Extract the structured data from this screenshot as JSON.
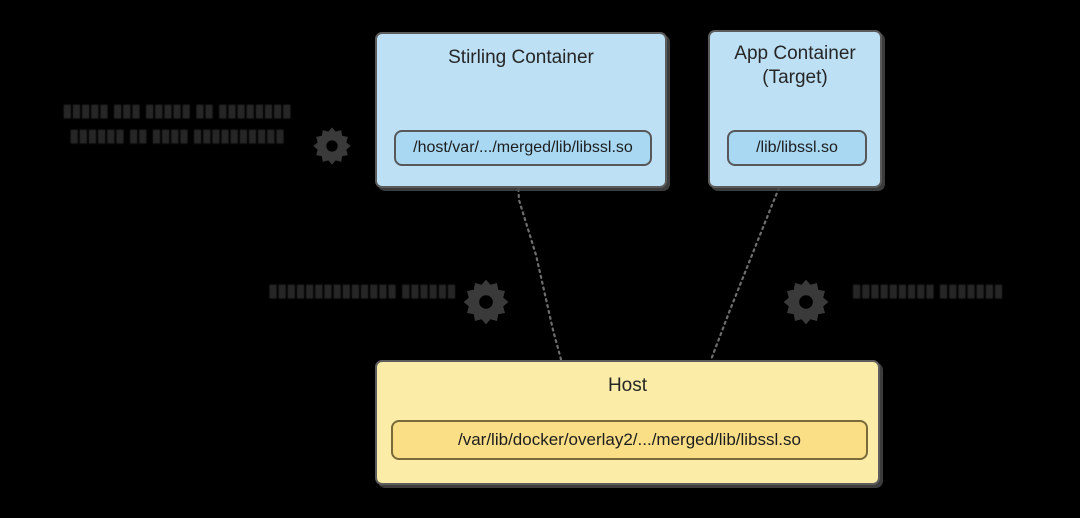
{
  "diagram": {
    "title": "Library path mapping across Stirling container, App container and Host",
    "background_color": "#000000",
    "nodes": {
      "stirling": {
        "title": "Stirling Container",
        "path": "/host/var/.../merged/lib/libssl.so",
        "fill_color": "#bde0f5",
        "pill_color": "#a8d8f2",
        "border_color": "#5c5c5c"
      },
      "app": {
        "title": "App Container\n(Target)",
        "path": "/lib/libssl.so",
        "fill_color": "#bde0f5",
        "pill_color": "#a8d8f2",
        "border_color": "#5c5c5c"
      },
      "host": {
        "title": "Host",
        "path": "/var/lib/docker/overlay2/.../merged/lib/libssl.so",
        "fill_color": "#fbeca8",
        "pill_color": "#fadf86",
        "border_color": "#5c5c5c"
      }
    },
    "annotations": [
      {
        "id": "left",
        "text": "▮▮▮▮▮ ▮▮▮ ▮▮▮▮▮ ▮▮\n▮▮▮▮▮▮▮▮ ▮▮▮▮▮▮ ▮▮\n▮▮▮▮ ▮▮▮▮▮▮▮▮▮▮",
        "legible": false,
        "note": "obscured"
      },
      {
        "id": "middle",
        "text": "▮▮▮▮▮▮▮▮▮▮▮▮▮▮\n▮▮▮▮▮▮",
        "legible": false,
        "note": "obscured"
      },
      {
        "id": "right",
        "text": "▮▮▮▮▮▮▮▮▮\n▮▮▮▮▮▮▮",
        "legible": false,
        "note": "obscured"
      }
    ],
    "icons": [
      {
        "id": "gear-left",
        "name": "gear-icon",
        "color": "#3a3a3a"
      },
      {
        "id": "gear-mid",
        "name": "gear-icon",
        "color": "#3a3a3a"
      },
      {
        "id": "gear-right",
        "name": "gear-icon",
        "color": "#3a3a3a"
      }
    ],
    "connectors": [
      {
        "from": "stirling-path",
        "to": "host-path",
        "style": "dotted",
        "color": "#6e6e6e"
      },
      {
        "from": "app-path",
        "to": "host-path",
        "style": "dotted",
        "color": "#6e6e6e"
      }
    ]
  }
}
